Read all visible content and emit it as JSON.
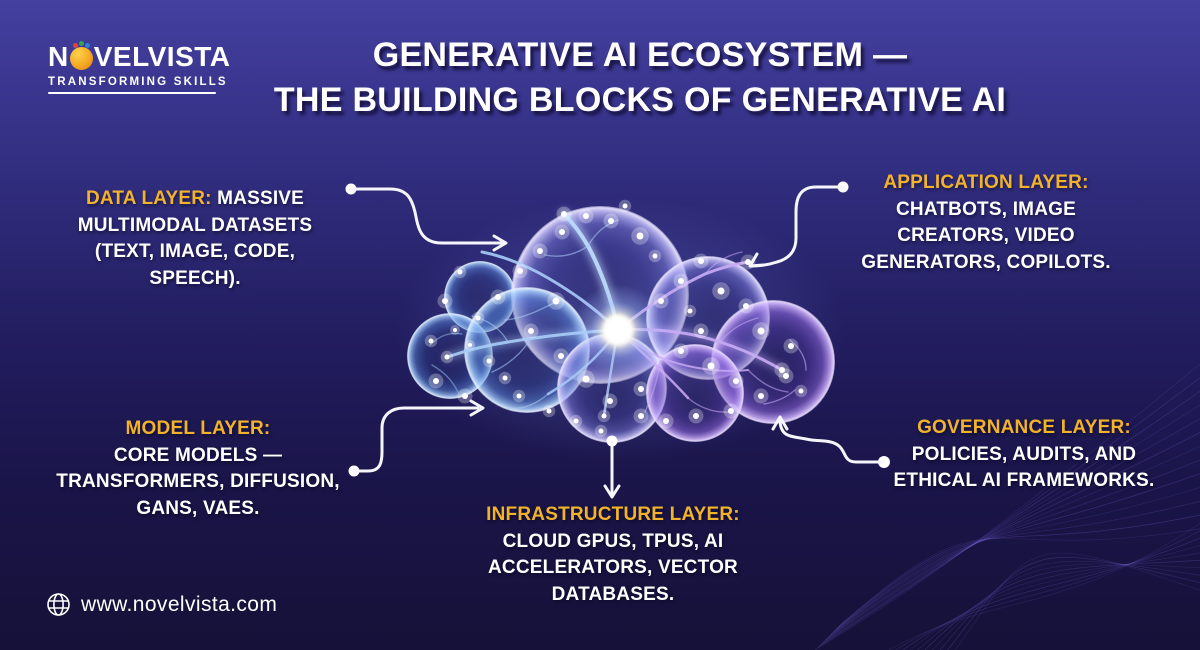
{
  "brand": {
    "name_prefix": "N",
    "name_suffix": "VELVISTA",
    "tagline": "TRANSFORMING SKILLS",
    "website": "www.novelvista.com"
  },
  "title": {
    "line1": "GENERATIVE AI ECOSYSTEM —",
    "line2": "THE BUILDING BLOCKS OF GENERATIVE AI"
  },
  "layers": [
    {
      "id": "data",
      "label": "DATA LAYER:",
      "description": "MASSIVE MULTIMODAL DATASETS (TEXT, IMAGE, CODE, SPEECH)."
    },
    {
      "id": "application",
      "label": "APPLICATION LAYER:",
      "description": "CHATBOTS, IMAGE CREATORS, VIDEO GENERATORS, COPILOTS."
    },
    {
      "id": "model",
      "label": "MODEL LAYER:",
      "description": "CORE MODELS — TRANSFORMERS, DIFFUSION, GANS, VAES."
    },
    {
      "id": "infrastructure",
      "label": "INFRASTRUCTURE LAYER:",
      "description": "CLOUD GPUS, TPUS, AI ACCELERATORS, VECTOR DATABASES."
    },
    {
      "id": "governance",
      "label": "GOVERNANCE LAYER:",
      "description": "POLICIES, AUDITS, AND ETHICAL AI FRAMEWORKS."
    }
  ],
  "colors": {
    "accent_yellow": "#f2b32b",
    "text_white": "#ffffff",
    "background_top": "#43409f",
    "background_bottom": "#161138",
    "cloud_blue": "#7fb0ee",
    "cloud_purple": "#b18cf0",
    "logo_orange": "#f5a823"
  },
  "icons": {
    "globe": "globe-icon"
  }
}
